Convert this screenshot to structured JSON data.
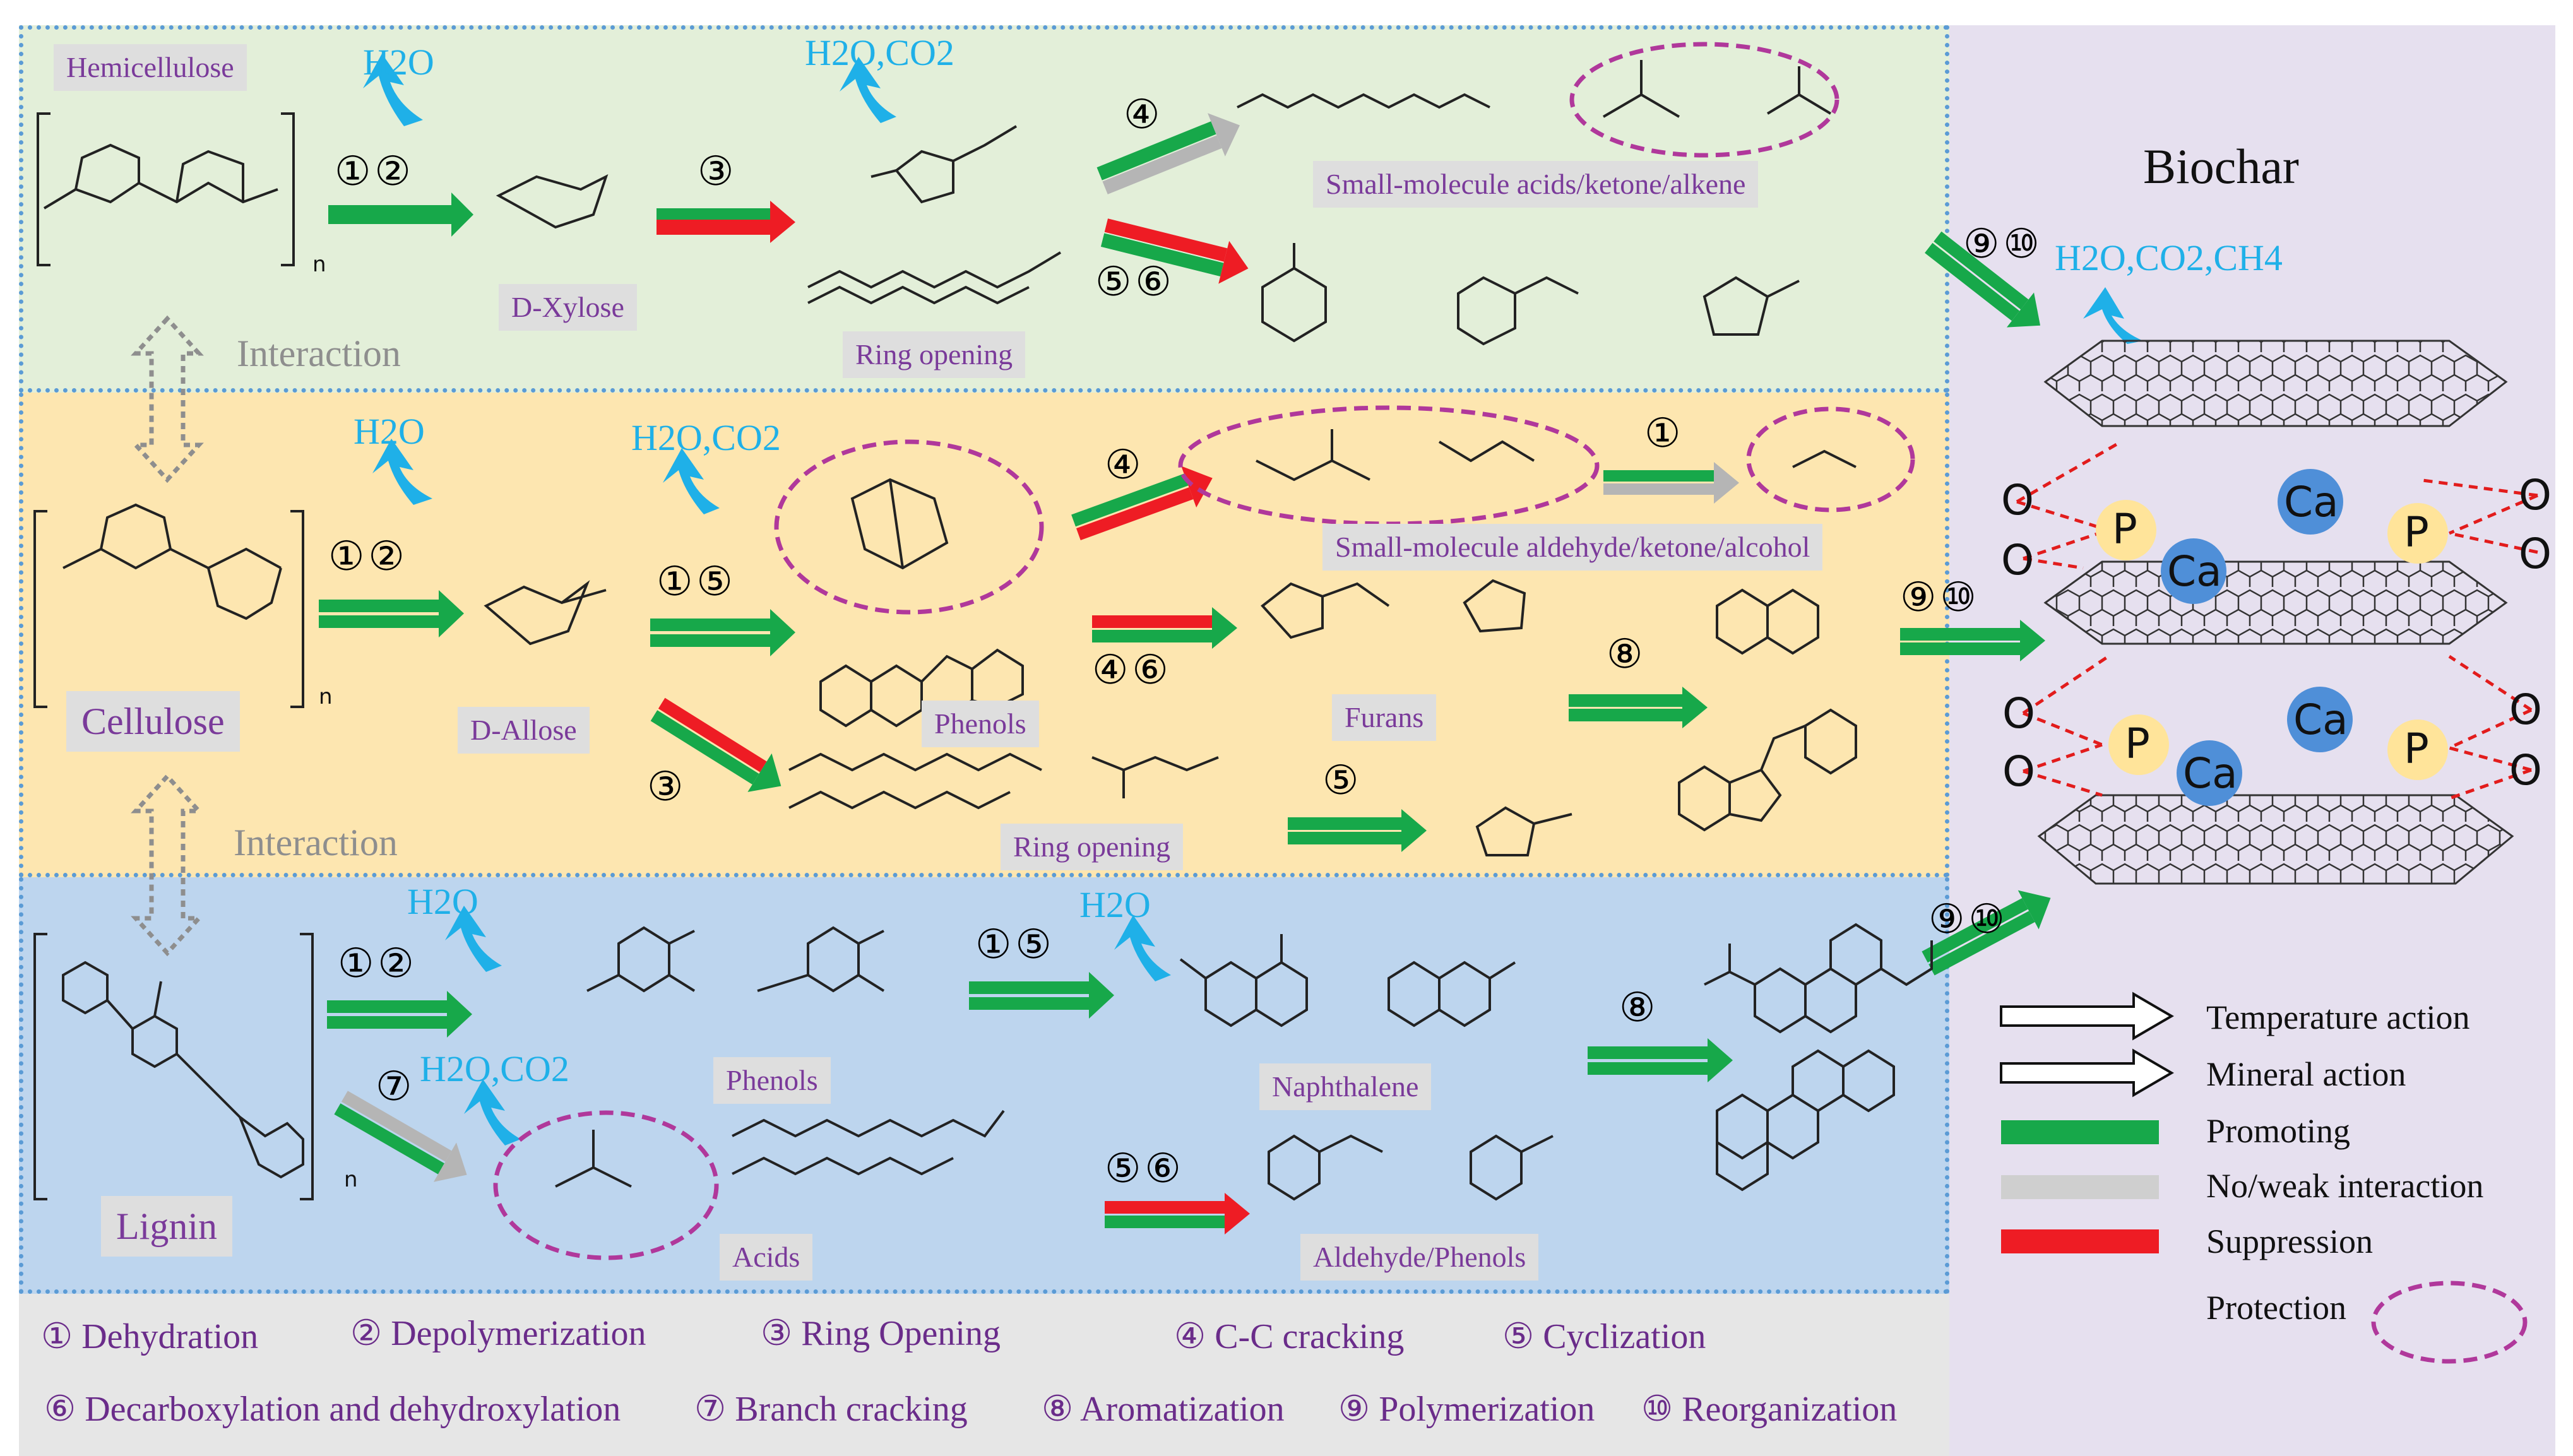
{
  "hemicellulose": {
    "source": "Hemicellulose",
    "water1": "H2O",
    "steps1": "①②",
    "product1": "D-Xylose",
    "steps2": "③",
    "water2": "H2O,CO2",
    "steps3": "④",
    "steps4": "⑤⑥",
    "small_molecules": "Small-molecule acids/ketone/alkene",
    "ring_opening": "Ring opening"
  },
  "interaction_label": "Interaction",
  "cellulose": {
    "source": "Cellulose",
    "water1": "H2O",
    "steps1": "①②",
    "product1": "D-Allose",
    "water2": "H2O,CO2",
    "steps2": "①⑤",
    "steps3": "③",
    "phenols": "Phenols",
    "steps4": "④",
    "steps5": "①",
    "small_molecules": "Small-molecule aldehyde/ketone/alcohol",
    "steps6": "④⑥",
    "furans": "Furans",
    "steps7": "⑧",
    "steps8": "⑤",
    "ring_opening": "Ring opening",
    "steps9": "⑨⑩"
  },
  "lignin": {
    "source": "Lignin",
    "water1": "H2O",
    "steps1": "①②",
    "phenols": "Phenols",
    "steps2": "①⑤",
    "water2": "H2O",
    "naphthalene": "Naphthalene",
    "steps3": "⑦",
    "water3": "H2O,CO2",
    "acids": "Acids",
    "steps4": "⑤⑥",
    "aldehyde_phenols": "Aldehyde/Phenols",
    "steps5": "⑧",
    "steps6": "⑨⑩"
  },
  "biochar": {
    "title": "Biochar",
    "steps": "⑨⑩",
    "gases": "H2O,CO2,CH4",
    "elements": [
      "O",
      "O",
      "P",
      "Ca",
      "P",
      "O",
      "O",
      "Ca",
      "O",
      "O",
      "P",
      "Ca",
      "P",
      "O",
      "O",
      "Ca"
    ]
  },
  "legend": {
    "temperature": "Temperature action",
    "mineral": "Mineral action",
    "promoting": "Promoting",
    "no_weak": "No/weak interaction",
    "suppression": "Suppression",
    "protection": "Protection"
  },
  "steps_legend": [
    "① Dehydration",
    "② Depolymerization",
    "③ Ring Opening",
    "④ C-C cracking",
    "⑤ Cyclization",
    "⑥ Decarboxylation and dehydroxylation",
    "⑦ Branch cracking",
    "⑧ Aromatization",
    "⑨ Polymerization",
    "⑩ Reorganization"
  ],
  "colors": {
    "green": "#17a84a",
    "red": "#ee1c24",
    "gray": "#b5b5b5",
    "cyan": "#1fb0e8",
    "purple": "#b0389b",
    "hemi_bg": "#e3efd9",
    "cell_bg": "#fde6b0",
    "lig_bg": "#bdd5ee",
    "biochar_bg": "#e6e0ef",
    "legend_bg": "#e6e6e6"
  }
}
